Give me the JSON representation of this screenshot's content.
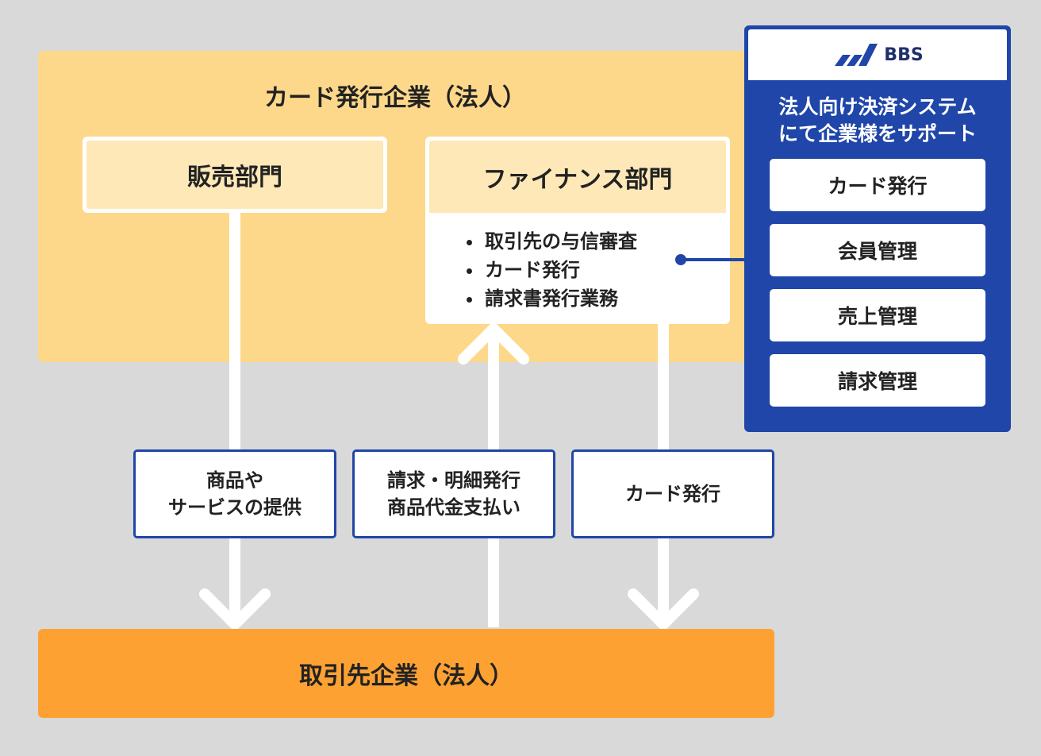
{
  "issuer": {
    "title": "カード発行企業（法人）"
  },
  "sales_dept": {
    "name": "販売部門"
  },
  "finance_dept": {
    "name": "ファイナンス部門",
    "duties": [
      "取引先の与信審査",
      "カード発行",
      "請求書発行業務"
    ]
  },
  "bbs": {
    "logo": "BBS",
    "tagline": [
      "法人向け決済システム",
      "にて企業様をサポート"
    ],
    "services": [
      "カード発行",
      "会員管理",
      "売上管理",
      "請求管理"
    ]
  },
  "flows": [
    {
      "lines": [
        "商品や",
        "サービスの提供"
      ]
    },
    {
      "lines": [
        "請求・明細発行",
        "商品代金支払い"
      ]
    },
    {
      "lines": [
        "カード発行"
      ]
    }
  ],
  "client": {
    "title": "取引先企業（法人）"
  },
  "colors": {
    "background": "#d9d9d9",
    "issuer_area": "#fdd88a",
    "dept_header": "#fee8b7",
    "bbs_blue": "#1f46a8",
    "client_orange": "#fea133"
  }
}
